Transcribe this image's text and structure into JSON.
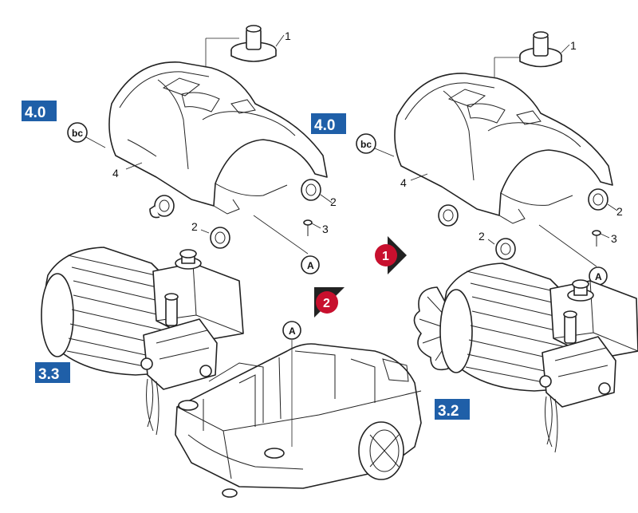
{
  "badges": {
    "left_cover": "4.0",
    "right_cover": "4.0",
    "left_pump": "3.3",
    "right_pump": "3.2"
  },
  "badge_color": "#1f5fa8",
  "step_color": "#c8102e",
  "steps": {
    "step_one": "1",
    "step_two": "2"
  },
  "callouts": {
    "left_knob": "1",
    "right_knob": "1",
    "left_cover": "4",
    "right_cover": "4",
    "left_foot_right": "2",
    "left_foot_bottom": "2",
    "right_foot_right": "2",
    "right_foot_bottom": "2",
    "left_screw": "3",
    "right_screw": "3"
  },
  "markers": {
    "bc_left": "bc",
    "bc_right": "bc",
    "a_left": "A",
    "a_right": "A",
    "a_base": "A"
  }
}
